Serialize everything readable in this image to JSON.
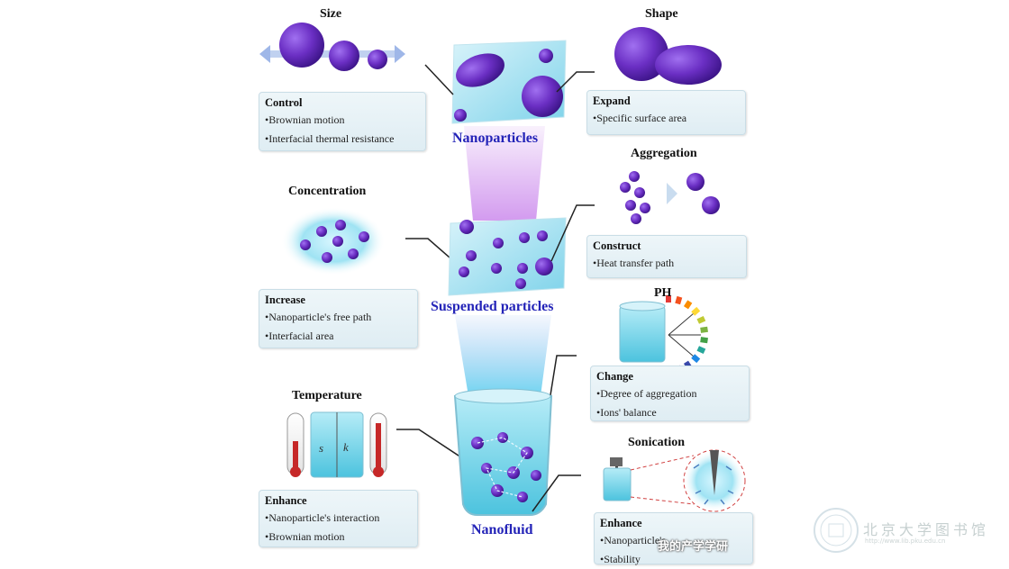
{
  "center": {
    "nanoparticles": "Nanoparticles",
    "suspended": "Suspended particles",
    "nanofluid": "Nanofluid"
  },
  "size": {
    "title": "Size",
    "heading": "Control",
    "items": [
      "•Brownian motion",
      "•Interfacial thermal resistance"
    ]
  },
  "shape": {
    "title": "Shape",
    "heading": "Expand",
    "items": [
      "•Specific surface area"
    ]
  },
  "aggregation": {
    "title": "Aggregation",
    "heading": "Construct",
    "items": [
      "•Heat transfer path"
    ]
  },
  "concentration": {
    "title": "Concentration",
    "heading": "Increase",
    "items": [
      "•Nanoparticle's free path",
      "•Interfacial area"
    ]
  },
  "ph": {
    "title": "PH",
    "heading": "Change",
    "items": [
      "•Degree of aggregation",
      "•Ions' balance"
    ]
  },
  "temperature": {
    "title": "Temperature",
    "heading": "Enhance",
    "items": [
      "•Nanoparticle's interaction",
      "•Brownian motion"
    ],
    "beaker_labels": [
      "s",
      "k"
    ]
  },
  "sonication": {
    "title": "Sonication",
    "heading": "Enhance",
    "items": [
      "•Nanoparticle's",
      "•Stability"
    ]
  },
  "watermark": {
    "overlay": "我的产学学研",
    "right": "北京大学图书馆",
    "url": "http://www.lib.pku.edu.cn"
  },
  "colors": {
    "particle": "#6b2fc4",
    "particle_dark": "#4a1a99",
    "title_blue": "#2424b8",
    "fluid": "#7fd3ea"
  }
}
